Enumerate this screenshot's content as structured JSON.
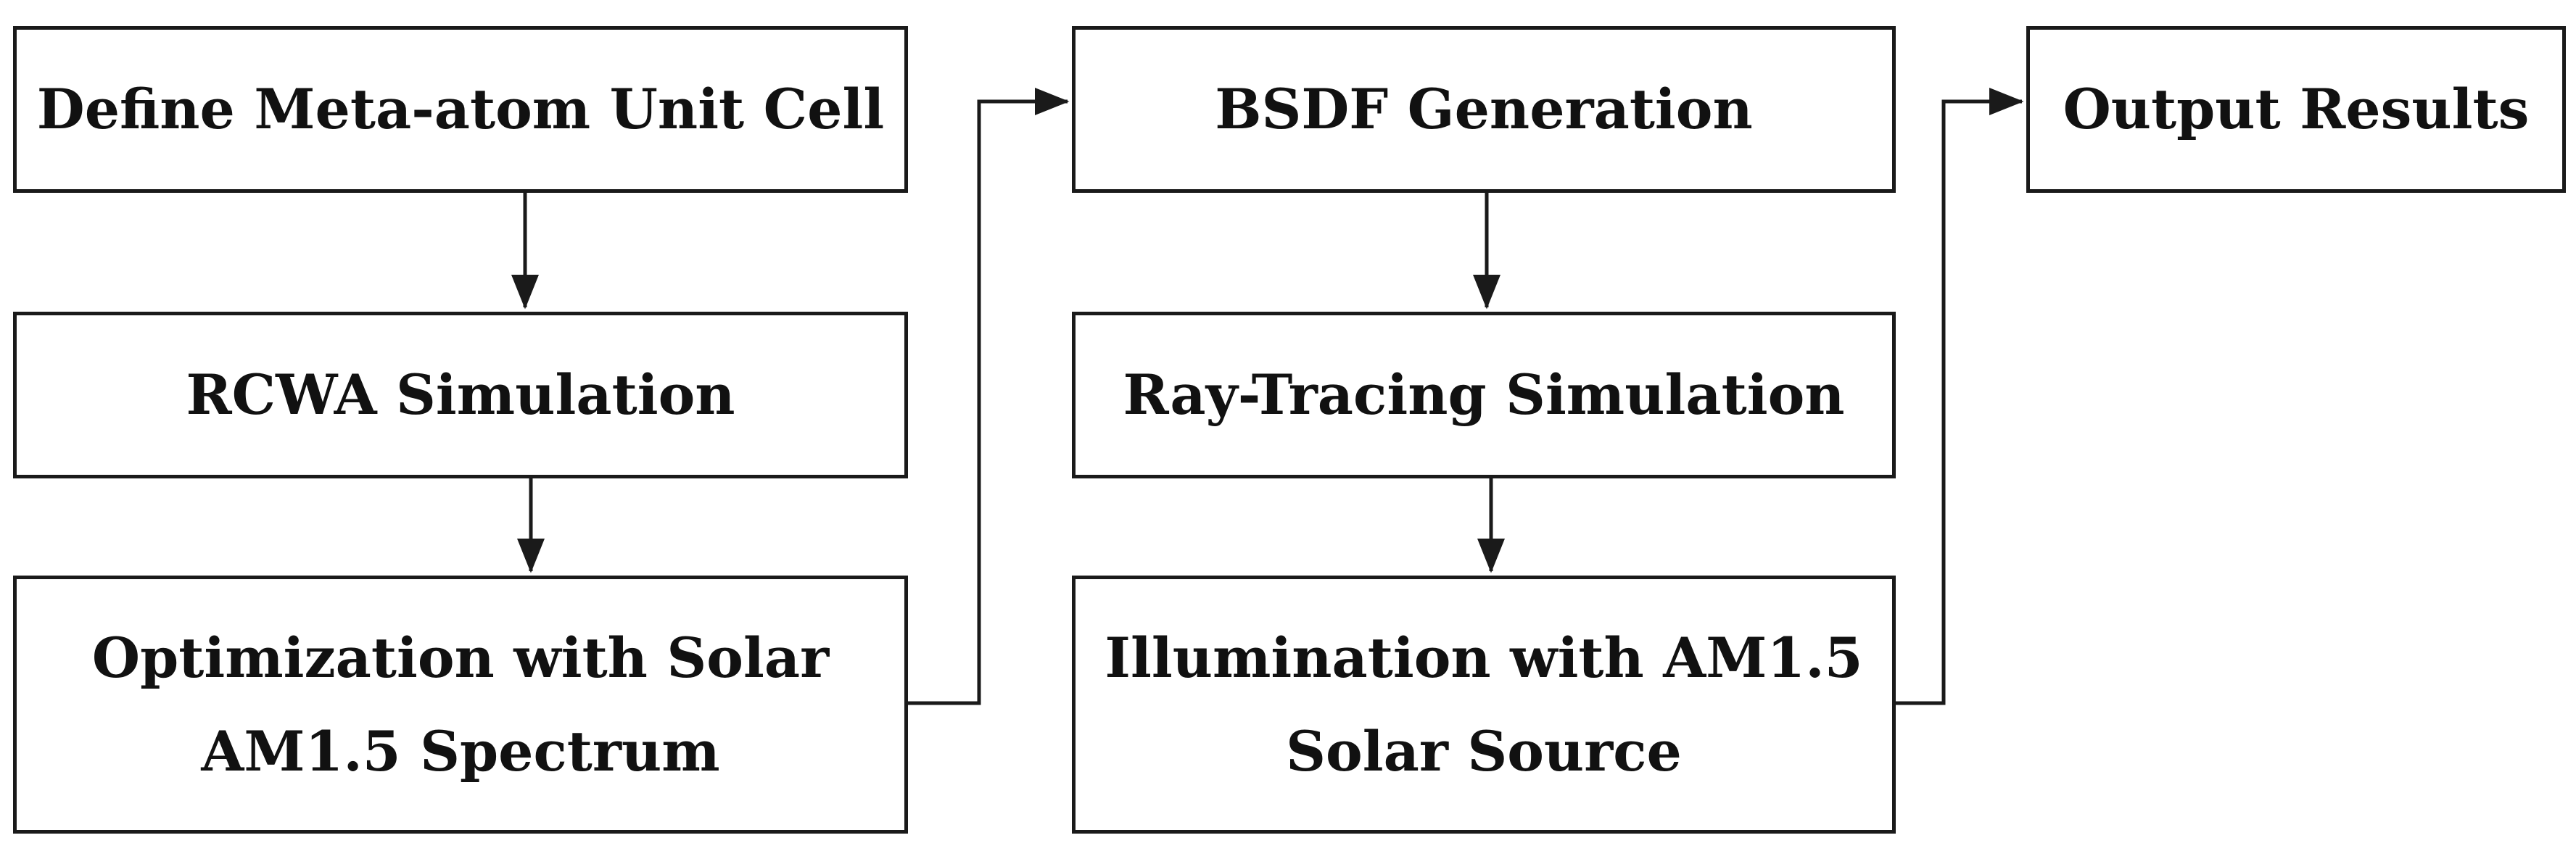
{
  "flowchart": {
    "nodes": [
      {
        "id": "define",
        "label": "Define Meta-atom Unit Cell"
      },
      {
        "id": "rcwa",
        "label": "RCWA Simulation"
      },
      {
        "id": "optimization",
        "label": "Optimization with Solar\nAM1.5 Spectrum"
      },
      {
        "id": "bsdf",
        "label": "BSDF Generation"
      },
      {
        "id": "raytracing",
        "label": "Ray-Tracing Simulation"
      },
      {
        "id": "illumination",
        "label": "Illumination with AM1.5\nSolar Source"
      },
      {
        "id": "output",
        "label": "Output Results"
      }
    ],
    "edges": [
      {
        "from": "define",
        "to": "rcwa"
      },
      {
        "from": "rcwa",
        "to": "optimization"
      },
      {
        "from": "optimization",
        "to": "bsdf"
      },
      {
        "from": "bsdf",
        "to": "raytracing"
      },
      {
        "from": "raytracing",
        "to": "illumination"
      },
      {
        "from": "illumination",
        "to": "output"
      }
    ],
    "colors": {
      "stroke": "#1a1a1a",
      "text": "#111111",
      "background": "#ffffff"
    }
  }
}
